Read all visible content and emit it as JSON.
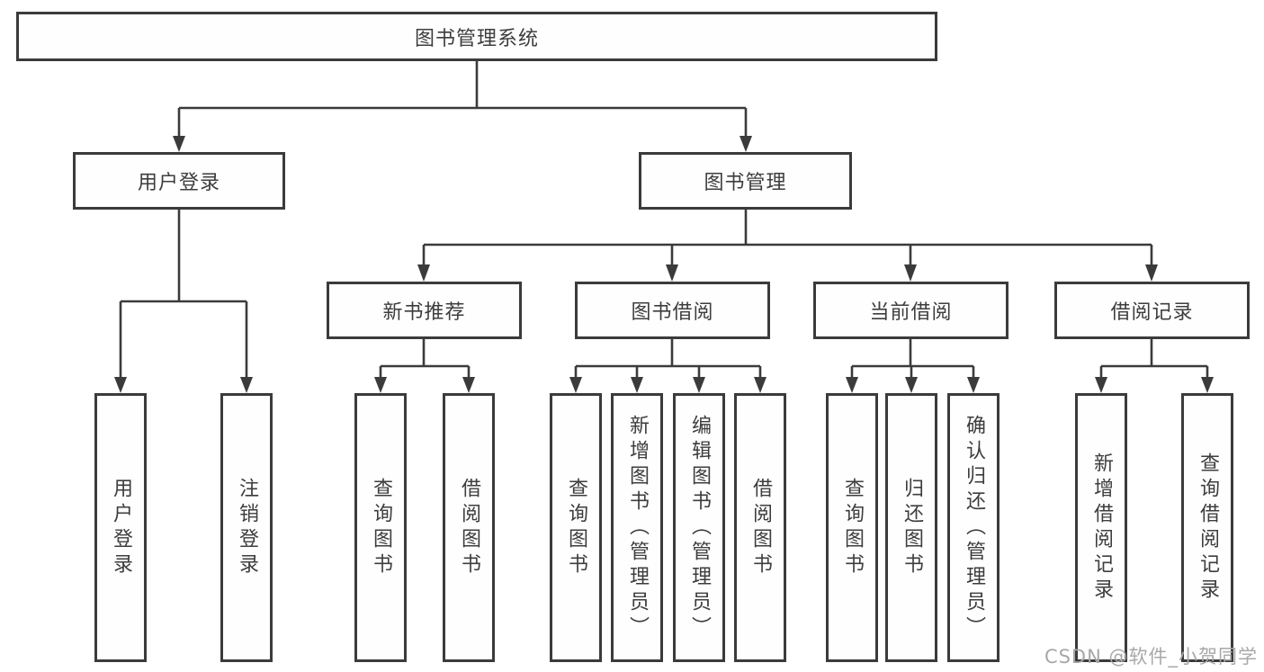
{
  "tree": {
    "root": {
      "label": "图书管理系统"
    },
    "branches": [
      {
        "label": "用户登录",
        "children": [
          {
            "label": "用户登录"
          },
          {
            "label": "注销登录"
          }
        ]
      },
      {
        "label": "图书管理",
        "children": [
          {
            "label": "新书推荐",
            "children": [
              {
                "label": "查询图书"
              },
              {
                "label": "借阅图书"
              }
            ]
          },
          {
            "label": "图书借阅",
            "children": [
              {
                "label": "查询图书"
              },
              {
                "label": "新增图书（管理员）"
              },
              {
                "label": "编辑图书（管理员）"
              },
              {
                "label": "借阅图书"
              }
            ]
          },
          {
            "label": "当前借阅",
            "children": [
              {
                "label": "查询图书"
              },
              {
                "label": "归还图书"
              },
              {
                "label": "确认归还（管理员）"
              }
            ]
          },
          {
            "label": "借阅记录",
            "children": [
              {
                "label": "新增借阅记录"
              },
              {
                "label": "查询借阅记录"
              }
            ]
          }
        ]
      }
    ]
  },
  "watermark": {
    "text": "CSDN @软件_小贺同学"
  },
  "colors": {
    "line": "#3b3b3b",
    "text": "#3d3d3d",
    "box_background": "#fefefe",
    "page_background": "#ffffff",
    "watermark": "#a8a8a8"
  }
}
